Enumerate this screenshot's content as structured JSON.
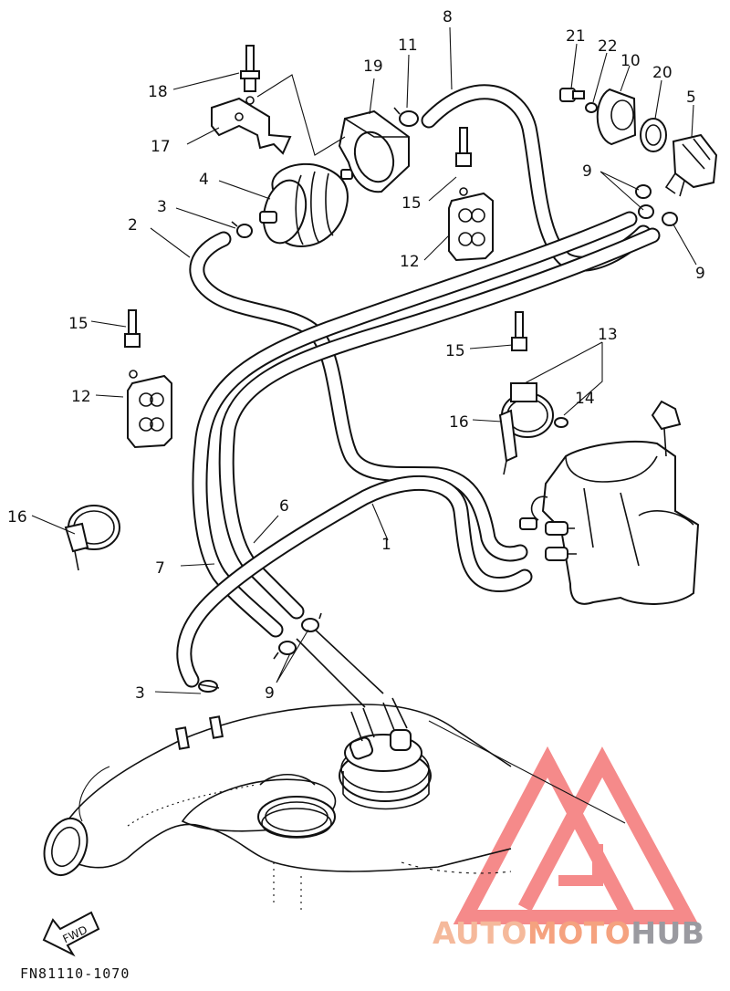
{
  "figure": {
    "reference_code": "FN81110-1070",
    "fwd_label": "FWD",
    "callouts": [
      {
        "id": "c1",
        "text": "1"
      },
      {
        "id": "c2",
        "text": "2"
      },
      {
        "id": "c3a",
        "text": "3"
      },
      {
        "id": "c3b",
        "text": "3"
      },
      {
        "id": "c4",
        "text": "4"
      },
      {
        "id": "c5",
        "text": "5"
      },
      {
        "id": "c6",
        "text": "6"
      },
      {
        "id": "c7",
        "text": "7"
      },
      {
        "id": "c8",
        "text": "8"
      },
      {
        "id": "c9a",
        "text": "9"
      },
      {
        "id": "c9b",
        "text": "9"
      },
      {
        "id": "c9c",
        "text": "9"
      },
      {
        "id": "c10",
        "text": "10"
      },
      {
        "id": "c11",
        "text": "11"
      },
      {
        "id": "c12a",
        "text": "12"
      },
      {
        "id": "c12b",
        "text": "12"
      },
      {
        "id": "c13",
        "text": "13"
      },
      {
        "id": "c14",
        "text": "14"
      },
      {
        "id": "c15a",
        "text": "15"
      },
      {
        "id": "c15b",
        "text": "15"
      },
      {
        "id": "c15c",
        "text": "15"
      },
      {
        "id": "c16a",
        "text": "16"
      },
      {
        "id": "c16b",
        "text": "16"
      },
      {
        "id": "c17",
        "text": "17"
      },
      {
        "id": "c18",
        "text": "18"
      },
      {
        "id": "c19",
        "text": "19"
      },
      {
        "id": "c20",
        "text": "20"
      },
      {
        "id": "c21",
        "text": "21"
      },
      {
        "id": "c22",
        "text": "22"
      }
    ]
  },
  "watermark": {
    "part1": "AUTO",
    "part2": "MOTO",
    "part3": "HUB",
    "color_primary": "#f08080",
    "color_secondary": "#9a9aa0"
  }
}
